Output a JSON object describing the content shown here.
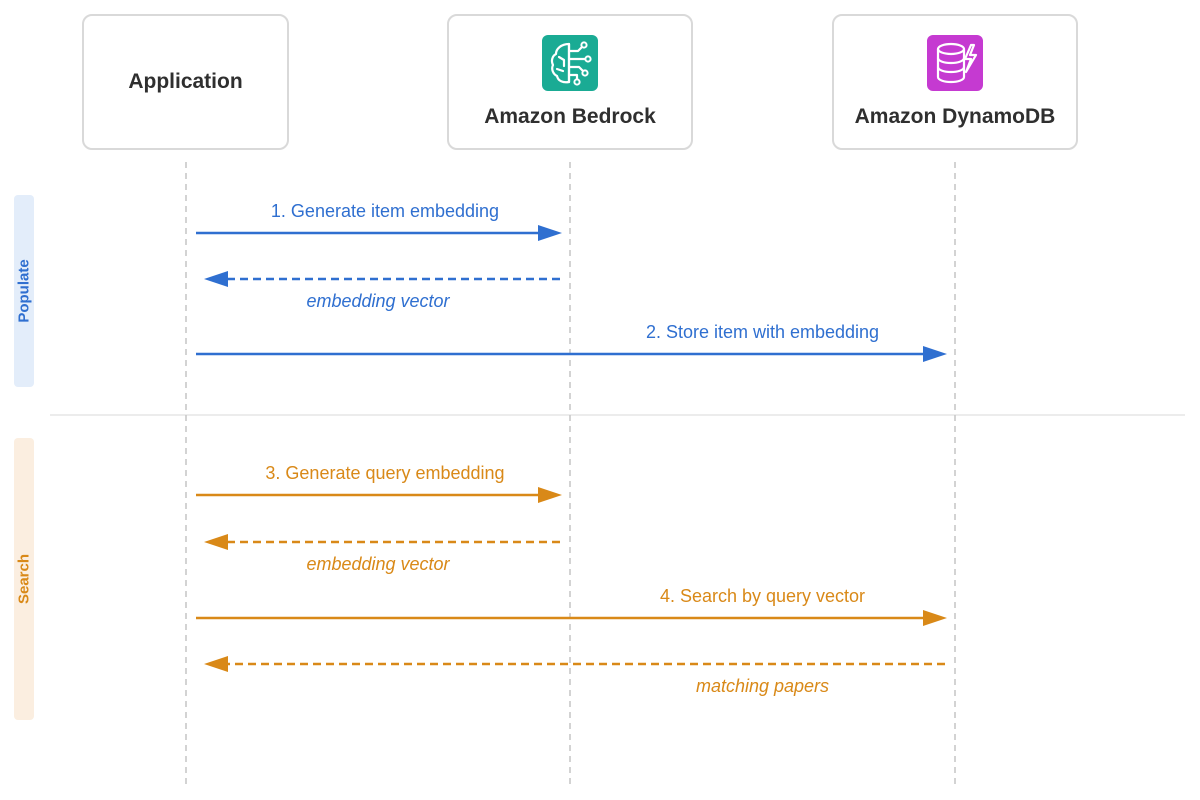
{
  "participants": [
    {
      "name": "Application",
      "icon": null
    },
    {
      "name": "Amazon Bedrock",
      "icon": "bedrock-brain-icon",
      "icon_color": "#1aab94"
    },
    {
      "name": "Amazon DynamoDB",
      "icon": "dynamodb-database-icon",
      "icon_color": "#c53ad1"
    }
  ],
  "phases": [
    {
      "label": "Populate",
      "color": "#2f6fd0",
      "bg": "#e3edfa"
    },
    {
      "label": "Search",
      "color": "#d98918",
      "bg": "#fbeee0"
    }
  ],
  "messages": [
    {
      "label": "1. Generate item embedding",
      "from": 0,
      "to": 1,
      "style": "solid",
      "phase": 0
    },
    {
      "label": "embedding vector",
      "from": 1,
      "to": 0,
      "style": "dashed",
      "phase": 0
    },
    {
      "label": "2. Store item with embedding",
      "from": 0,
      "to": 2,
      "style": "solid",
      "phase": 0
    },
    {
      "label": "3. Generate query embedding",
      "from": 0,
      "to": 1,
      "style": "solid",
      "phase": 1
    },
    {
      "label": "embedding vector",
      "from": 1,
      "to": 0,
      "style": "dashed",
      "phase": 1
    },
    {
      "label": "4. Search by query vector",
      "from": 0,
      "to": 2,
      "style": "solid",
      "phase": 1
    },
    {
      "label": "matching papers",
      "from": 2,
      "to": 0,
      "style": "dashed",
      "phase": 1
    }
  ]
}
